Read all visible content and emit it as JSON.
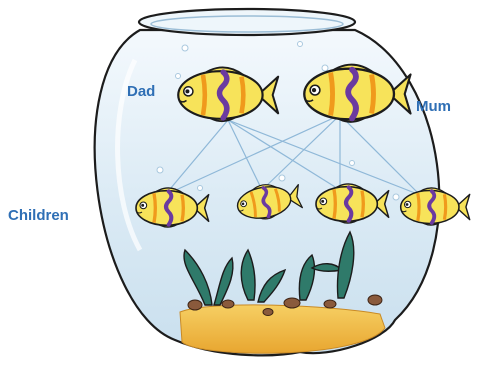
{
  "labels": {
    "dad": "Dad",
    "mum": "Mum",
    "children": "Children"
  },
  "colors": {
    "label": "#2f6fb5",
    "fish_body": "#f7e35a",
    "fish_stripe_orange": "#f09a1c",
    "fish_stripe_purple": "#6b3aa0",
    "water": "#dcebf5",
    "sand": "#f3c24a",
    "plant": "#2f7a6a",
    "link_line": "#8fb8d8"
  },
  "diagram": {
    "parents": [
      "dad",
      "mum"
    ],
    "children": [
      "child-1",
      "child-2",
      "child-3",
      "child-4"
    ],
    "links": [
      [
        "dad",
        "child-1"
      ],
      [
        "dad",
        "child-2"
      ],
      [
        "dad",
        "child-3"
      ],
      [
        "dad",
        "child-4"
      ],
      [
        "mum",
        "child-1"
      ],
      [
        "mum",
        "child-2"
      ],
      [
        "mum",
        "child-3"
      ],
      [
        "mum",
        "child-4"
      ]
    ]
  }
}
